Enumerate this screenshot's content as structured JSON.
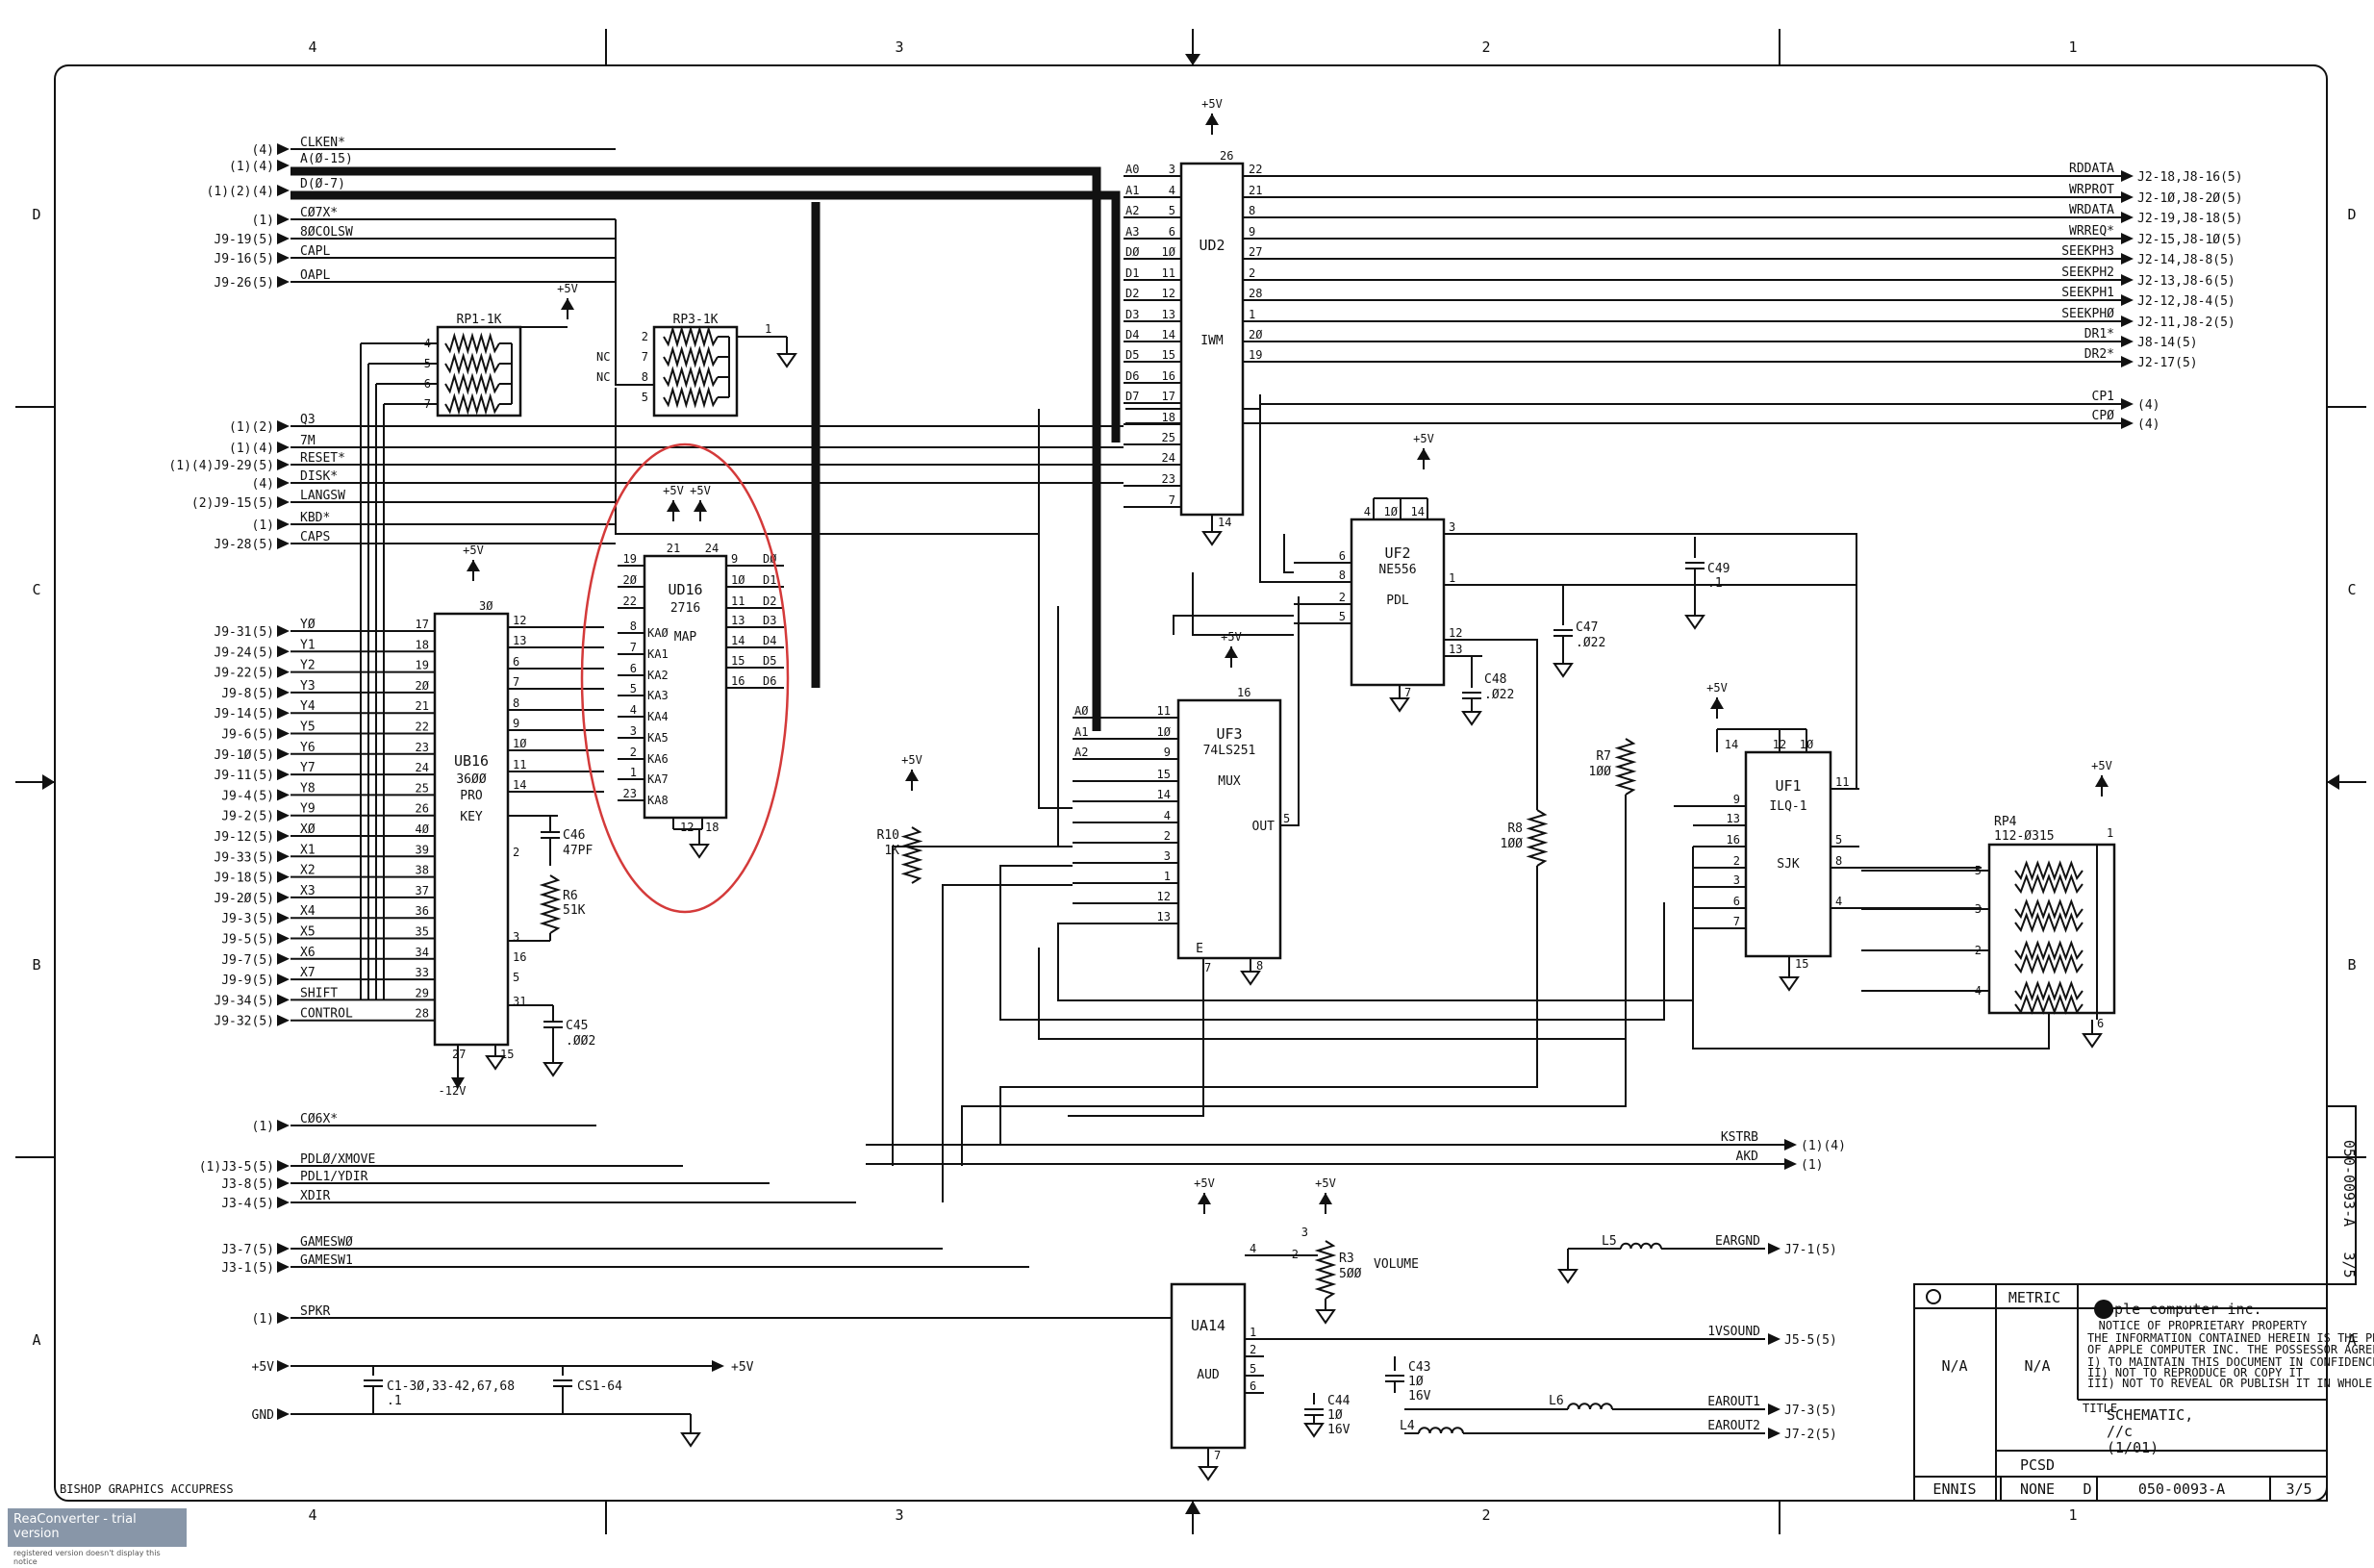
{
  "border": {
    "zones_top": [
      "4",
      "3",
      "2",
      "1"
    ],
    "zones_bottom": [
      "4",
      "3",
      "2",
      "1"
    ],
    "rows_left": [
      "D",
      "C",
      "B",
      "A"
    ],
    "rows_right": [
      "D",
      "C",
      "B",
      "A"
    ]
  },
  "left_signals": [
    {
      "ref": "(4)",
      "name": "CLKEN*"
    },
    {
      "ref": "(1)(4)",
      "name": "A(Ø-15)"
    },
    {
      "ref": "(1)(2)(4)",
      "name": "D(Ø-7)"
    },
    {
      "ref": "(1)",
      "name": "CØ7X*"
    },
    {
      "ref": "J9-19(5)",
      "name": "8ØCOLSW"
    },
    {
      "ref": "J9-16(5)",
      "name": "CAPL"
    },
    {
      "ref": "J9-26(5)",
      "name": "OAPL"
    },
    {
      "ref": "(1)(2)",
      "name": "Q3"
    },
    {
      "ref": "(1)(4)",
      "name": "7M"
    },
    {
      "ref": "(1)(4)J9-29(5)",
      "name": "RESET*"
    },
    {
      "ref": "(4)",
      "name": "DISK*"
    },
    {
      "ref": "(2)J9-15(5)",
      "name": "LANGSW"
    },
    {
      "ref": "(1)",
      "name": "KBD*"
    },
    {
      "ref": "J9-28(5)",
      "name": "CAPS"
    }
  ],
  "keyboard_signals": [
    {
      "ref": "J9-31(5)",
      "name": "YØ",
      "pin": "17"
    },
    {
      "ref": "J9-24(5)",
      "name": "Y1",
      "pin": "18"
    },
    {
      "ref": "J9-22(5)",
      "name": "Y2",
      "pin": "19"
    },
    {
      "ref": "J9-8(5)",
      "name": "Y3",
      "pin": "2Ø"
    },
    {
      "ref": "J9-14(5)",
      "name": "Y4",
      "pin": "21"
    },
    {
      "ref": "J9-6(5)",
      "name": "Y5",
      "pin": "22"
    },
    {
      "ref": "J9-1Ø(5)",
      "name": "Y6",
      "pin": "23"
    },
    {
      "ref": "J9-11(5)",
      "name": "Y7",
      "pin": "24"
    },
    {
      "ref": "J9-4(5)",
      "name": "Y8",
      "pin": "25"
    },
    {
      "ref": "J9-2(5)",
      "name": "Y9",
      "pin": "26"
    },
    {
      "ref": "J9-12(5)",
      "name": "XØ",
      "pin": "4Ø"
    },
    {
      "ref": "J9-33(5)",
      "name": "X1",
      "pin": "39"
    },
    {
      "ref": "J9-18(5)",
      "name": "X2",
      "pin": "38"
    },
    {
      "ref": "J9-2Ø(5)",
      "name": "X3",
      "pin": "37"
    },
    {
      "ref": "J9-3(5)",
      "name": "X4",
      "pin": "36"
    },
    {
      "ref": "J9-5(5)",
      "name": "X5",
      "pin": "35"
    },
    {
      "ref": "J9-7(5)",
      "name": "X6",
      "pin": "34"
    },
    {
      "ref": "J9-9(5)",
      "name": "X7",
      "pin": "33"
    },
    {
      "ref": "J9-34(5)",
      "name": "SHIFT",
      "pin": "29"
    },
    {
      "ref": "J9-32(5)",
      "name": "CONTROL",
      "pin": "28"
    }
  ],
  "bottom_left_signals": [
    {
      "ref": "(1)",
      "name": "CØ6X*"
    },
    {
      "ref": "(1)J3-5(5)",
      "name": "PDLØ/XMOVE"
    },
    {
      "ref": "J3-8(5)",
      "name": "PDL1/YDIR"
    },
    {
      "ref": "J3-4(5)",
      "name": "XDIR"
    },
    {
      "ref": "J3-7(5)",
      "name": "GAMESWØ"
    },
    {
      "ref": "J3-1(5)",
      "name": "GAMESW1"
    },
    {
      "ref": "(1)",
      "name": "SPKR"
    }
  ],
  "power": {
    "v5": "+5V",
    "vneg12": "-12V",
    "gnd": "GND",
    "caps_label": "C1-3Ø,33-42,67,68",
    "caps_value": ".1",
    "cs_label": "CS1-64"
  },
  "right_signals": [
    {
      "name": "RDDATA",
      "dest": "J2-18,J8-16(5)"
    },
    {
      "name": "WRPROT",
      "dest": "J2-1Ø,J8-2Ø(5)"
    },
    {
      "name": "WRDATA",
      "dest": "J2-19,J8-18(5)"
    },
    {
      "name": "WRREQ*",
      "dest": "J2-15,J8-1Ø(5)"
    },
    {
      "name": "SEEKPH3",
      "dest": "J2-14,J8-8(5)"
    },
    {
      "name": "SEEKPH2",
      "dest": "J2-13,J8-6(5)"
    },
    {
      "name": "SEEKPH1",
      "dest": "J2-12,J8-4(5)"
    },
    {
      "name": "SEEKPHØ",
      "dest": "J2-11,J8-2(5)"
    },
    {
      "name": "DR1*",
      "dest": "J8-14(5)"
    },
    {
      "name": "DR2*",
      "dest": "J2-17(5)"
    },
    {
      "name": "CP1",
      "dest": "(4)"
    },
    {
      "name": "CPØ",
      "dest": "(4)"
    }
  ],
  "right_bottom_signals": [
    {
      "name": "KSTRB",
      "dest": "(1)(4)"
    },
    {
      "name": "AKD",
      "dest": "(1)"
    }
  ],
  "audio_signals": [
    {
      "name": "EARGND",
      "dest": "J7-1(5)"
    },
    {
      "name": "1VSOUND",
      "dest": "J5-5(5)"
    },
    {
      "name": "EAROUT1",
      "dest": "J7-3(5)"
    },
    {
      "name": "EAROUT2",
      "dest": "J7-2(5)"
    }
  ],
  "chips": {
    "ud2": {
      "ref": "UD2",
      "type": "IWM",
      "vcc_pin": "26",
      "gnd_pin": "14",
      "left_pins": [
        "A0:3",
        "A1:4",
        "A2:5",
        "A3:6",
        "DØ:1Ø",
        "D1:11",
        "D2:12",
        "D3:13",
        "D4:14",
        "D5:15",
        "D6:16",
        "D7:17",
        "18",
        "25",
        "24",
        "23",
        "7"
      ],
      "right_pins": [
        "22",
        "21",
        "8",
        "9",
        "27",
        "2",
        "28",
        "1",
        "2Ø",
        "19"
      ]
    },
    "ud16": {
      "ref": "UD16",
      "part": "2716",
      "type": "MAP",
      "vcc_pins": [
        "21",
        "24"
      ],
      "gnd_pins": [
        "12",
        "18"
      ],
      "left_pins": [
        "19",
        "2Ø",
        "22",
        "8",
        "7",
        "6",
        "5",
        "4",
        "3",
        "2",
        "1",
        "23"
      ],
      "left_labels": [
        "",
        "",
        "",
        "KAØ",
        "KA1",
        "KA2",
        "KA3",
        "KA4",
        "KA5",
        "KA6",
        "KA7",
        "KA8"
      ],
      "right_pins": [
        "9",
        "1Ø",
        "11",
        "13",
        "14",
        "15",
        "16"
      ],
      "right_labels": [
        "DØ",
        "D1",
        "D2",
        "D3",
        "D4",
        "D5",
        "D6"
      ]
    },
    "ub16": {
      "ref": "UB16",
      "part": "36ØØ",
      "part2": "PRO",
      "type": "KEY",
      "vcc_pin": "3Ø",
      "pins_bottom": [
        "27",
        "15"
      ],
      "right_pins": [
        "12",
        "13",
        "6",
        "7",
        "8",
        "9",
        "1Ø",
        "11",
        "14",
        "2",
        "3",
        "16",
        "5",
        "31"
      ]
    },
    "uf3": {
      "ref": "UF3",
      "part": "74LS251",
      "type": "MUX",
      "vcc_pin": "16",
      "gnd_pin": "8",
      "out_label": "OUT",
      "out_pin": "5",
      "e_label": "E",
      "e_pin": "7",
      "left_pins": [
        "11",
        "1Ø",
        "9",
        "15",
        "14",
        "4",
        "2",
        "3",
        "1",
        "12",
        "13"
      ],
      "left_labels": [
        "AØ",
        "A1",
        "A2",
        "",
        "",
        "",
        "",
        "",
        "",
        "",
        ""
      ]
    },
    "uf2": {
      "ref": "UF2",
      "part": "NE556",
      "type": "PDL",
      "top_pins": [
        "4",
        "1Ø",
        "14"
      ],
      "gnd_pin": "7",
      "left_pins": [
        "6",
        "8",
        "2",
        "5"
      ],
      "right_pins": [
        "3",
        "1",
        "12",
        "13"
      ]
    },
    "uf1": {
      "ref": "UF1",
      "part": "ILQ-1",
      "type": "SJK",
      "top_pins": [
        "14",
        "12",
        "1Ø"
      ],
      "gnd_pin": "15",
      "left_pins": [
        "9",
        "13",
        "16",
        "2",
        "3",
        "6",
        "7"
      ],
      "right_pins": [
        "11",
        "5",
        "8",
        "4"
      ]
    },
    "ua14": {
      "ref": "UA14",
      "type": "AUD",
      "left_pin": "",
      "right_pins": [
        "4",
        "1",
        "2",
        "5",
        "6"
      ],
      "gnd_pin": "7"
    }
  },
  "resistor_packs": [
    {
      "ref": "RP1-1K",
      "pins": [
        "4",
        "5",
        "6",
        "7"
      ]
    },
    {
      "ref": "RP3-1K",
      "pins": [
        "2",
        "7",
        "8",
        "5"
      ],
      "right_pin": "1",
      "nc": [
        "NC",
        "NC"
      ]
    },
    {
      "ref": "RP4",
      "value": "112-Ø315",
      "pins": [
        "5",
        "3",
        "2",
        "4"
      ],
      "top_pin": "1",
      "bottom_pin": "6"
    }
  ],
  "components": [
    {
      "ref": "C46",
      "value": "47PF"
    },
    {
      "ref": "R6",
      "value": "51K"
    },
    {
      "ref": "C45",
      "value": ".ØØ2"
    },
    {
      "ref": "C49",
      "value": ".1"
    },
    {
      "ref": "C47",
      "value": ".Ø22"
    },
    {
      "ref": "C48",
      "value": ".Ø22"
    },
    {
      "ref": "R7",
      "value": "1ØØ"
    },
    {
      "ref": "R8",
      "value": "1ØØ"
    },
    {
      "ref": "R10",
      "value": "1K"
    },
    {
      "ref": "R3",
      "value": "5ØØ"
    },
    {
      "ref": "VOLUME",
      "value": ""
    },
    {
      "ref": "C44",
      "value": "1Ø",
      "value2": "16V"
    },
    {
      "ref": "C43",
      "value": "1Ø",
      "value2": "16V"
    },
    {
      "ref": "L5",
      "value": ""
    },
    {
      "ref": "L6",
      "value": ""
    },
    {
      "ref": "L4",
      "value": ""
    }
  ],
  "title_block": {
    "company": "apple computer inc.",
    "metric": "METRIC",
    "notice": "NOTICE OF PROPRIETARY PROPERTY",
    "notice_body": "THE INFORMATION CONTAINED HEREIN IS THE PROPRIETARY PROPERTY OF APPLE COMPUTER INC. THE POSSESSOR AGREES TO THE FOLLOWING:",
    "notice_items": [
      "I) TO MAINTAIN THIS DOCUMENT IN CONFIDENCE",
      "II) NOT TO REPRODUCE OR COPY IT",
      "III) NOT TO REVEAL OR PUBLISH IT IN WHOLE OR PART"
    ],
    "material": "N/A",
    "finish": "N/A",
    "title_label": "TITLE",
    "title1": "SCHEMATIC,",
    "title2": "//c",
    "title3": "(1/01)",
    "pcsd": "PCSD",
    "drawn_by": "ENNIS",
    "scale": "NONE",
    "size": "D",
    "drawing_number": "050-0093-A",
    "sheet": "3/5",
    "side_number": "050-0093-A",
    "side_sheet": "3/5"
  },
  "watermark": {
    "line1": "ReaConverter - trial version",
    "line2": "registered version doesn't display this notice"
  },
  "footer_credit": "BISHOP GRAPHICS ACCUPRESS"
}
